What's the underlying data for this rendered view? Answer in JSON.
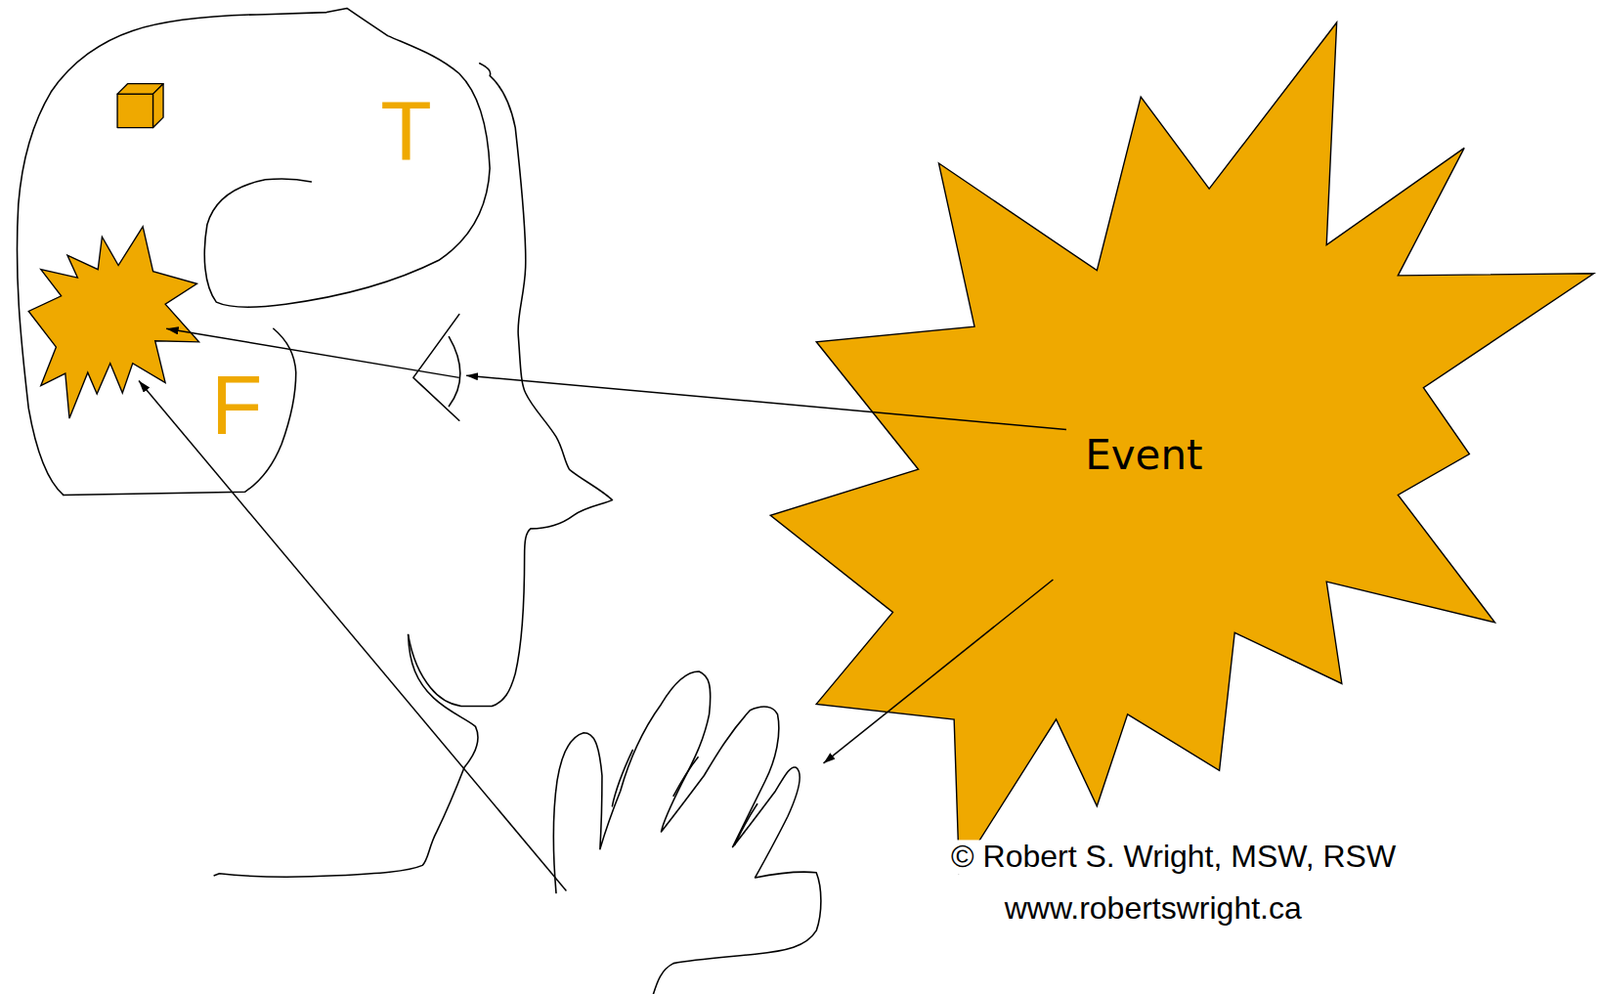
{
  "diagram": {
    "nodes": [
      {
        "text": [
          "Event"
        ]
      }
    ],
    "labels": [
      "T",
      "F",
      "© Robert S. Wright, MSW, RSW",
      "www.robertswright.ca"
    ]
  }
}
